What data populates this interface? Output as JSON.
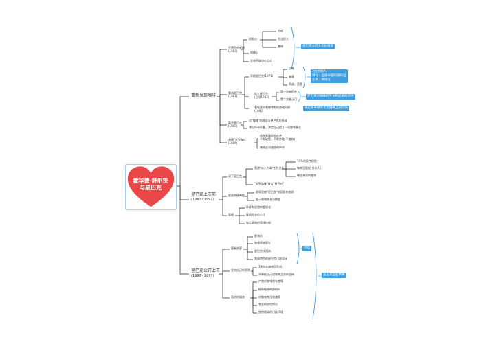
{
  "root": {
    "line1": "霍华德·舒尔茨",
    "line2": "与星巴克",
    "color": "#e84848"
  },
  "colors": {
    "line": "#222222",
    "bracket": "#3d9ee0",
    "badge": "#3d9ee0"
  },
  "b1": {
    "title": "重新发现咖啡",
    "c1": {
      "label": "世界历史星瞰",
      "sub": "(1982)",
      "leaf1": "进取心",
      "l1a": "主动",
      "l1b": "专注投入",
      "l1c": "激情",
      "leaf2": "同情心",
      "leaf3": "坚韧不拔决心之心",
      "badge": "星巴克公司文化价值观"
    },
    "c2": {
      "label": "看遍星巴克",
      "sub": "(1981)",
      "leaf1": "早期星巴克(1971)",
      "l1a": "点睛",
      "l1b": "来意",
      "l1c": "两弟、西雅",
      "badge1_l1": "3位创始人",
      "badge1_l2": "目标：品质卓越的咖啡豆",
      "badge1_l3": "业务：烘焙豆",
      "leaf2": "加入星巴克",
      "leaf2sub": "(立项1982)",
      "l2a": "第一次被拒绝",
      "l2b": "第二次被认可",
      "badge2": "星巴克对咖啡的专注和品质的坚持",
      "leaf3": "发现意大利咖啡吧的浓缩风情",
      "leaf3sub": "(1983)",
      "badge3": "确定将平咖啡文化播种上的价值"
    },
    "c3": {
      "label": "离开星巴克",
      "sub": "(1985)",
      "leaf1": "对\"咖啡\"的理念与星巴克的分歧",
      "leaf2": "拿出所有积蓄，决定自己创立一项咖啡事业"
    },
    "c4": {
      "label": "创建\"天天咖啡\"",
      "sub": "(1986)",
      "leaf1": "道奔青春起航的梦",
      "leaf1b": "不断破壁，不断突破(不放弃)",
      "leaf2": "集结志同道合的伙伴"
    }
  },
  "b2": {
    "title": "星巴克上市前",
    "sub": "(1987~1992)",
    "c1": {
      "label": "买下星巴克",
      "leaf1": "营造\"以人为本\"工作文化",
      "l1a": "70%的医疗保险",
      "l1b": "咖啡豆股权(合伙人)",
      "l1c": "确立共同的使命",
      "leaf2": "\"天天咖啡\"改名\"星巴克\""
    },
    "c2": {
      "label": "星星的精神链",
      "leaf1": "继续坚定\"星巴克\"对品质的追求",
      "leaf2": "展示咖啡增长与数据"
    },
    "c3": {
      "label": "管理",
      "leaf1": "伙伴有经验的管理者",
      "leaf2": "雇佣专业的人才",
      "leaf3": "制定高效的管理体制"
    }
  },
  "b3": {
    "title": "星巴克公开上市",
    "sub": "(1992~1997)",
    "c1": {
      "label": "更新创意",
      "leaf1": "星冰乐",
      "leaf2": "咖啡原液星礼",
      "leaf3": "星巴克冰淇淋",
      "leaf4": "独具特色的星巴克门店设计",
      "badge": "创新"
    },
    "c2": {
      "label": "坚守自己的原则",
      "leaf1": "1994年咖啡豆危机",
      "leaf2": "不降低自己对咖啡品质的坚持"
    },
    "c3": {
      "label": "面对的服务",
      "leaf1": "产物对咖啡的有感情",
      "leaf2": "精致纯粹的原材料",
      "leaf3": "对咖啡专注的激情",
      "leaf4": "专业的烘焙知识",
      "leaf5": "独特格调的门店环境"
    },
    "badge": "星巴克企业精神"
  }
}
